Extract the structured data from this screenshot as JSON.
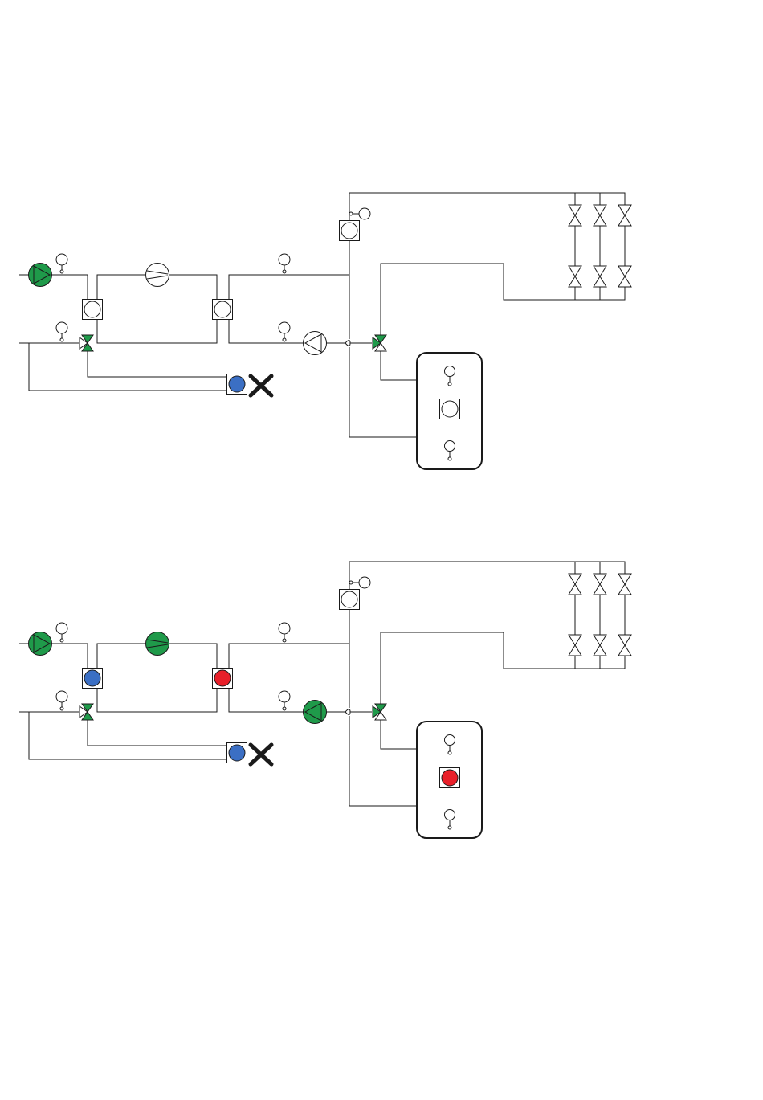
{
  "colors": {
    "line": "#1a1a1a",
    "active_green": "#1f9a4a",
    "cold_blue": "#3b6fc4",
    "hot_red": "#e8202a",
    "inactive": "#ffffff"
  },
  "diagrams": [
    {
      "mode": "off",
      "source_pump": "active",
      "compressor": "inactive",
      "circulation_pump": "inactive",
      "evaporator_exchanger": "inactive",
      "condenser_exchanger": "inactive",
      "hydraulic_separator": "inactive",
      "storage_tank_sensor": "inactive",
      "mixing_valve_left": "active",
      "mixing_valve_right": "active",
      "dry_cooler_sensor": "cold",
      "fan_icon": "fan-icon"
    },
    {
      "mode": "heating",
      "source_pump": "active",
      "compressor": "active",
      "circulation_pump": "active",
      "evaporator_exchanger": "cold",
      "condenser_exchanger": "hot",
      "hydraulic_separator": "inactive",
      "storage_tank_sensor": "hot",
      "mixing_valve_left": "active",
      "mixing_valve_right": "active",
      "dry_cooler_sensor": "cold",
      "fan_icon": "fan-icon"
    }
  ]
}
